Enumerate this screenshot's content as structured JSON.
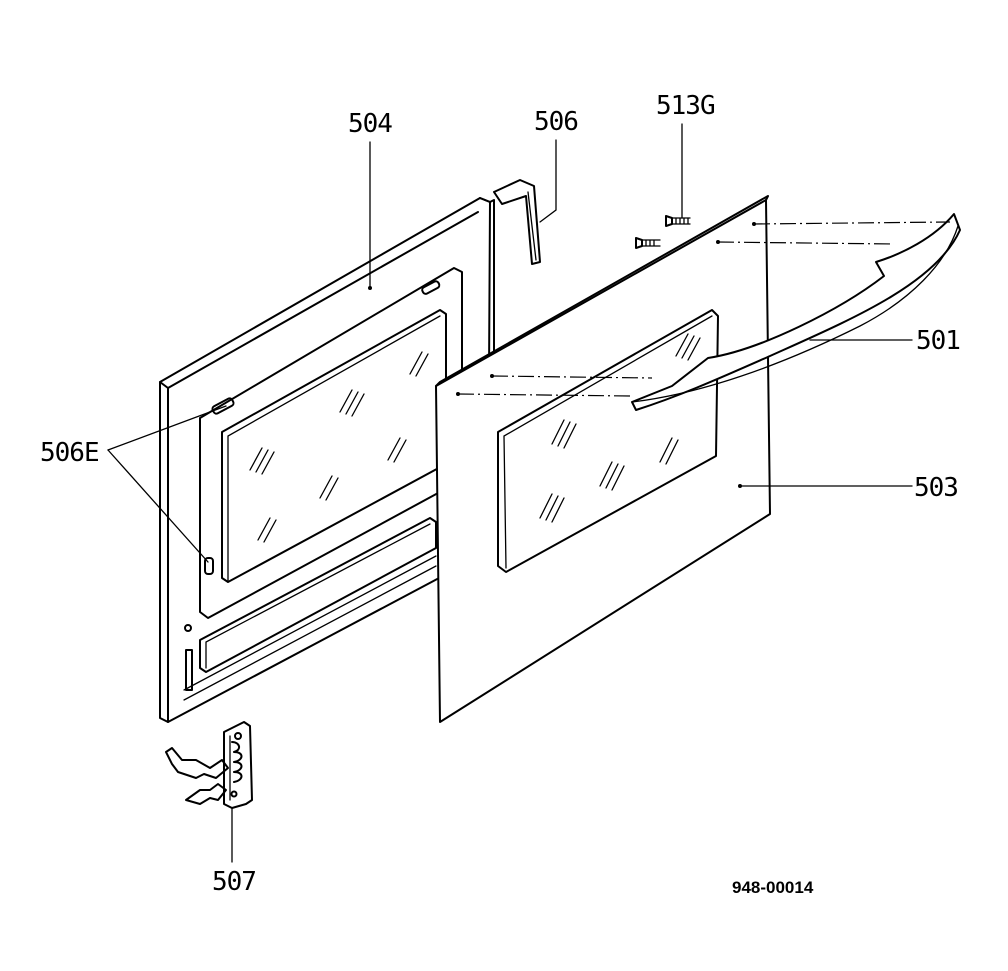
{
  "diagram": {
    "parts": [
      {
        "id": "p501",
        "label": "501"
      },
      {
        "id": "p503",
        "label": "503"
      },
      {
        "id": "p504",
        "label": "504"
      },
      {
        "id": "p506",
        "label": "506"
      },
      {
        "id": "p506e",
        "label": "506E"
      },
      {
        "id": "p507",
        "label": "507"
      },
      {
        "id": "p513g",
        "label": "513G"
      }
    ],
    "drawing_number": "948-00014"
  }
}
